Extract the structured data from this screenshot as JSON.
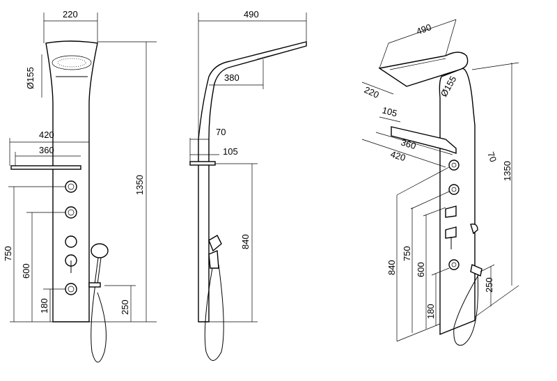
{
  "front_view": {
    "width_top": "220",
    "head_diameter": "Ø155",
    "shelf_outer": "420",
    "shelf_inner": "360",
    "total_height": "1350",
    "jet_top_height": "750",
    "jet_mid_height": "600",
    "jet_bottom_height": "180",
    "handshower_height": "250"
  },
  "side_view": {
    "arm_length": "490",
    "head_length": "380",
    "shelf_offset": "70",
    "shelf_depth": "105",
    "shelf_height": "840"
  },
  "iso_view": {
    "arm_length": "490",
    "width_top": "220",
    "head_diameter": "Ø155",
    "shelf_depth": "105",
    "shelf_inner": "360",
    "shelf_outer": "420",
    "shelf_offset": "70",
    "total_height": "1350",
    "shelf_height": "840",
    "jet_top_height": "750",
    "jet_mid_height": "600",
    "jet_bottom_height": "180",
    "handshower_height": "250"
  },
  "colors": {
    "line": "#000000",
    "background": "#ffffff"
  }
}
